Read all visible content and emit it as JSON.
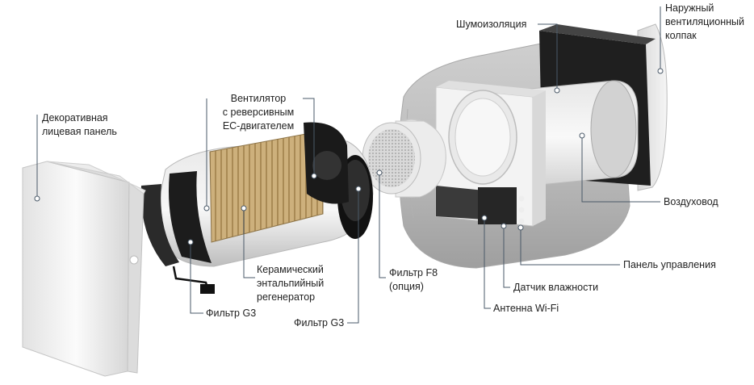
{
  "labels": {
    "front_panel": "Декоративная\nлицевая панель",
    "fan": "Вентилятор\nс реверсивным\nEC-двигателем",
    "ceramic_regenerator": "Керамический\nэнтальпийный\nрегенератор",
    "filter_g3_left": "Фильтр G3",
    "filter_g3_right": "Фильтр G3",
    "filter_f8": "Фильтр F8\n(опция)",
    "sound_insulation": "Шумоизоляция",
    "outer_hood": "Наружный\nвентиляционный\nколпак",
    "air_duct": "Воздуховод",
    "control_panel": "Панель управления",
    "humidity_sensor": "Датчик влажности",
    "wifi_antenna": "Антенна Wi-Fi"
  },
  "colors": {
    "leader": "#4a5968",
    "dot": "#ffffff",
    "insulation": "#bcbcbc",
    "regenerator": "#c9ad7a",
    "panel": "#f1f1f1",
    "dark": "#222222"
  }
}
